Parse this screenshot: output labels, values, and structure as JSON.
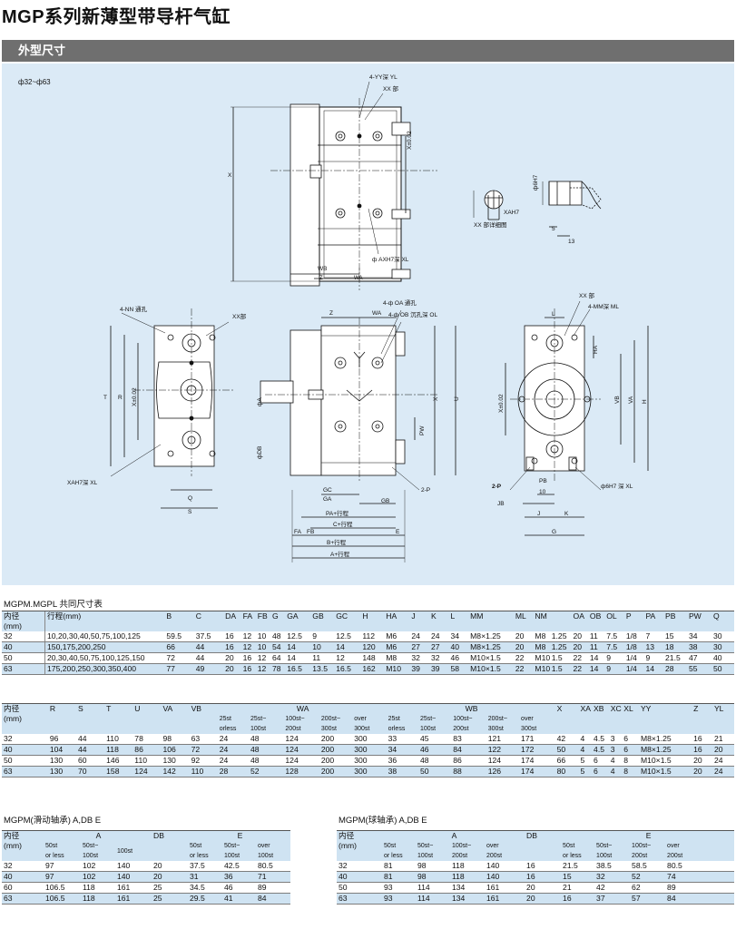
{
  "header": {
    "brand": "MGP",
    "title": "系列新薄型带导杆气缸",
    "section": "外型尺寸"
  },
  "drawing": {
    "range_note": "ф32~ф63",
    "labels": {
      "yy": "4-YY深 YL",
      "xx_top": "XX 部",
      "axh7": "ф AXH7深 XL",
      "x_tol": "X±0.02",
      "x": "X",
      "wb": "WB",
      "z": "Z",
      "wa": "WA",
      "xah7": "XAH7",
      "xx_detail": "XX 部详细图",
      "phi_h7": "ф6H7",
      "s5": "5",
      "s13": "13",
      "nn": "4-NN 通孔",
      "xx_left": "XX部",
      "t": "T",
      "r": "R",
      "x_tol_left": "X±0.02",
      "xah7_xl": "XAH7深 XL",
      "q": "Q",
      "s": "S",
      "oa": "4-ф OA 通孔",
      "ob": "4-ф OB 沉孔深 OL",
      "z_mid": "Z",
      "wa_mid": "WA",
      "x_mid": "X",
      "u": "U",
      "phi_a": "фA",
      "phi_db": "фDB",
      "pw": "PW",
      "two_p": "2-P",
      "gc": "GC",
      "gb": "GB",
      "gа": "GA",
      "pa": "PA+行程",
      "c": "C+行程",
      "fa": "FA",
      "fb": "FB",
      "e": "E",
      "b": "B+行程",
      "a": "A+行程",
      "xx_right": "XX 部",
      "mm": "4-MM深 ML",
      "l": "L",
      "ha": "HA",
      "x_tol_right": "X±0.02",
      "vb": "VB",
      "va": "VA",
      "h": "H",
      "two_p_right": "2-P",
      "pb": "PB",
      "ten": "10",
      "jb": "JB",
      "j": "J",
      "k": "K",
      "g": "G",
      "phi6": "ф6H7 深 XL"
    }
  },
  "table1": {
    "caption": "MGPM.MGPL 共同尺寸表",
    "headers": [
      "内径\n(mm)",
      "行程(mm)",
      "B",
      "C",
      "DA",
      "FA",
      "FB",
      "G",
      "GA",
      "GB",
      "GC",
      "H",
      "HA",
      "J",
      "K",
      "L",
      "MM",
      "ML",
      "NM",
      "",
      "OA",
      "OB",
      "OL",
      "P",
      "PA",
      "PB",
      "PW",
      "Q"
    ],
    "rows": [
      [
        "32",
        "10,20,30,40,50,75,100,125",
        "59.5",
        "37.5",
        "16",
        "12",
        "10",
        "48",
        "12.5",
        "9",
        "12.5",
        "112",
        "M6",
        "24",
        "24",
        "34",
        "M8×1.25",
        "20",
        "M8",
        "1.25",
        "20",
        "11",
        "7.5",
        "1/8",
        "7",
        "15",
        "34",
        "30"
      ],
      [
        "40",
        "150,175,200,250",
        "66",
        "44",
        "16",
        "12",
        "10",
        "54",
        "14",
        "10",
        "14",
        "120",
        "M6",
        "27",
        "27",
        "40",
        "M8×1.25",
        "20",
        "M8",
        "1.25",
        "20",
        "11",
        "7.5",
        "1/8",
        "13",
        "18",
        "38",
        "30"
      ],
      [
        "50",
        "20,30,40,50,75,100,125,150",
        "72",
        "44",
        "20",
        "16",
        "12",
        "64",
        "14",
        "11",
        "12",
        "148",
        "M8",
        "32",
        "32",
        "46",
        "M10×1.5",
        "22",
        "M10",
        "1.5",
        "22",
        "14",
        "9",
        "1/4",
        "9",
        "21.5",
        "47",
        "40"
      ],
      [
        "63",
        "175,200,250,300,350,400",
        "77",
        "49",
        "20",
        "16",
        "12",
        "78",
        "16.5",
        "13.5",
        "16.5",
        "162",
        "M10",
        "39",
        "39",
        "58",
        "M10×1.5",
        "22",
        "M10",
        "1.5",
        "22",
        "14",
        "9",
        "1/4",
        "14",
        "28",
        "55",
        "50"
      ]
    ]
  },
  "table2": {
    "headers": [
      "内径\n(mm)",
      "R",
      "S",
      "T",
      "U",
      "VA",
      "VB",
      "WA",
      "WB",
      "X",
      "XA",
      "XB",
      "XC",
      "XL",
      "YY",
      "Z",
      "YL"
    ],
    "sub_headers": [
      "25st\norless",
      "25st~\n100st",
      "100st~\n200st",
      "200st~\n300st",
      "over\n300st"
    ],
    "rows": [
      [
        "32",
        "96",
        "44",
        "110",
        "78",
        "98",
        "63",
        "24",
        "48",
        "124",
        "200",
        "300",
        "33",
        "45",
        "83",
        "121",
        "171",
        "42",
        "4",
        "4.5",
        "3",
        "6",
        "M8×1.25",
        "16",
        "21"
      ],
      [
        "40",
        "104",
        "44",
        "118",
        "86",
        "106",
        "72",
        "24",
        "48",
        "124",
        "200",
        "300",
        "34",
        "46",
        "84",
        "122",
        "172",
        "50",
        "4",
        "4.5",
        "3",
        "6",
        "M8×1.25",
        "16",
        "20"
      ],
      [
        "50",
        "130",
        "60",
        "146",
        "110",
        "130",
        "92",
        "24",
        "48",
        "124",
        "200",
        "300",
        "36",
        "48",
        "86",
        "124",
        "174",
        "66",
        "5",
        "6",
        "4",
        "8",
        "M10×1.5",
        "20",
        "24"
      ],
      [
        "63",
        "130",
        "70",
        "158",
        "124",
        "142",
        "110",
        "28",
        "52",
        "128",
        "200",
        "300",
        "38",
        "50",
        "88",
        "126",
        "174",
        "80",
        "5",
        "6",
        "4",
        "8",
        "M10×1.5",
        "20",
        "24"
      ]
    ]
  },
  "table3": {
    "caption": "MGPM(滑动轴承) A,DB E",
    "headers": [
      "内径\n(mm)",
      "A",
      "DB",
      "E"
    ],
    "sub_headers_a": [
      "50st\nor less",
      "50st~\n100st",
      "100st"
    ],
    "sub_headers_e": [
      "50st\nor less",
      "50st~\n100st",
      "over\n100st"
    ],
    "rows": [
      [
        "32",
        "97",
        "102",
        "140",
        "20",
        "37.5",
        "42.5",
        "80.5"
      ],
      [
        "40",
        "97",
        "102",
        "140",
        "20",
        "31",
        "36",
        "71"
      ],
      [
        "60",
        "106.5",
        "118",
        "161",
        "25",
        "34.5",
        "46",
        "89"
      ],
      [
        "63",
        "106.5",
        "118",
        "161",
        "25",
        "29.5",
        "41",
        "84"
      ]
    ]
  },
  "table4": {
    "caption": "MGPM(球轴承) A,DB E",
    "headers": [
      "内径\n(mm)",
      "A",
      "DB",
      "E"
    ],
    "sub_headers_a": [
      "50st\nor less",
      "50st~\n100st",
      "100st~\n200st",
      "over\n200st"
    ],
    "sub_headers_e": [
      "50st\nor less",
      "50st~\n100st",
      "100st~\n200st",
      "over\n200st"
    ],
    "rows": [
      [
        "32",
        "81",
        "98",
        "118",
        "140",
        "16",
        "21.5",
        "38.5",
        "58.5",
        "80.5"
      ],
      [
        "40",
        "81",
        "98",
        "118",
        "140",
        "16",
        "15",
        "32",
        "52",
        "74"
      ],
      [
        "50",
        "93",
        "114",
        "134",
        "161",
        "20",
        "21",
        "42",
        "62",
        "89"
      ],
      [
        "63",
        "93",
        "114",
        "134",
        "161",
        "20",
        "16",
        "37",
        "57",
        "84"
      ]
    ]
  }
}
